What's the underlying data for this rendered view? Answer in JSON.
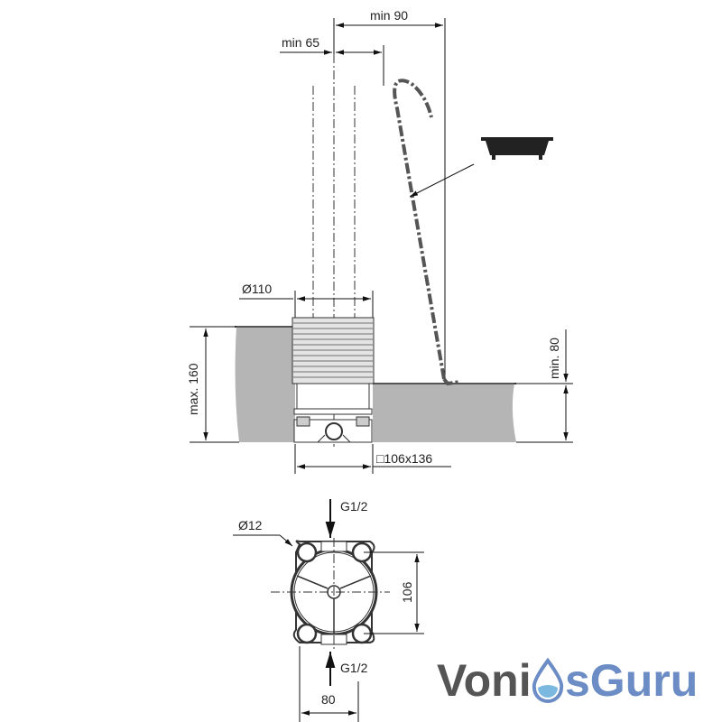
{
  "dimensions": {
    "min_90": "min 90",
    "min_65": "min 65",
    "diameter_110": "Ø110",
    "max_160": "max. 160",
    "min_80": "min. 80",
    "base_size": "□106x136",
    "diameter_12": "Ø12",
    "inlet_top": "G1/2",
    "inlet_bottom": "G1/2",
    "spacing_106": "106",
    "spacing_80": "80"
  },
  "logo": {
    "part1": "Voni",
    "part2": "sGuru"
  },
  "colors": {
    "ground": "#b5b5b5",
    "logo_gray": "#555555",
    "logo_blue": "#6b8cc4"
  }
}
